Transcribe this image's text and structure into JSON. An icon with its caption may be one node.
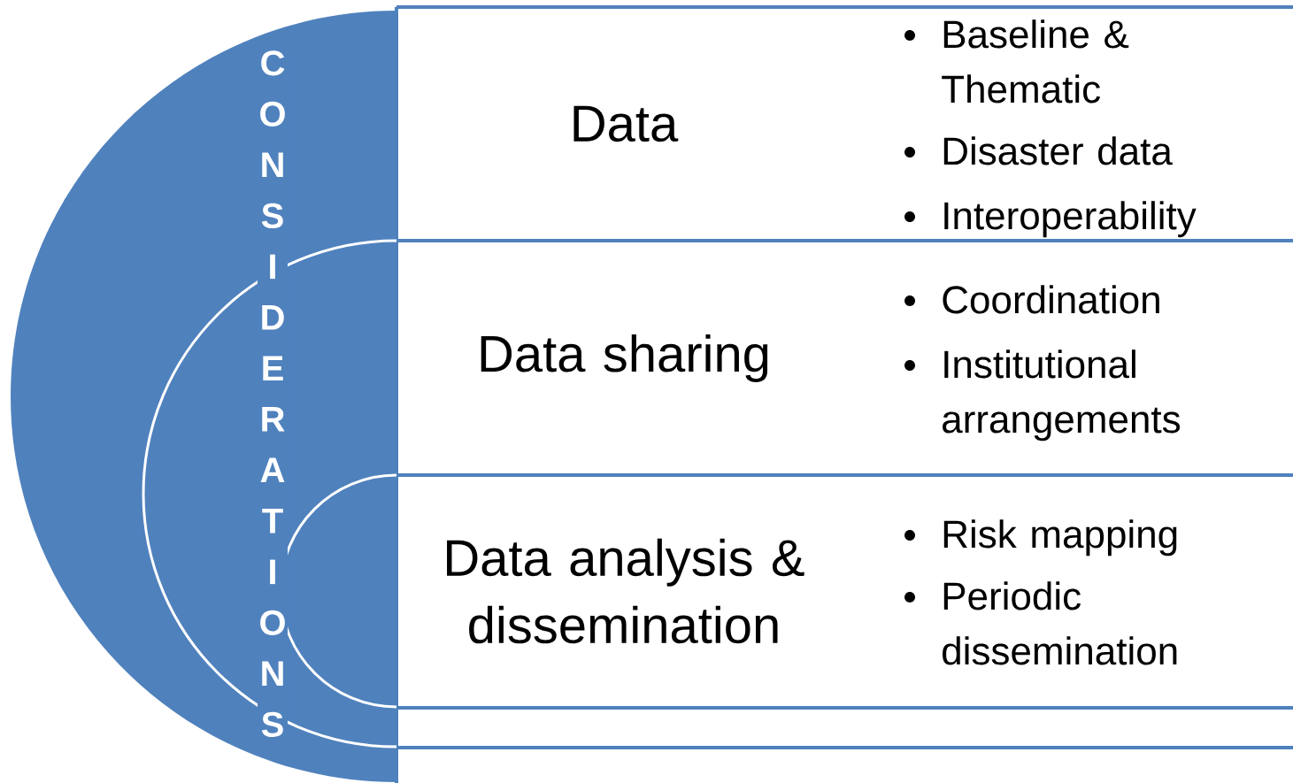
{
  "diagram": {
    "nodes": [
      {
        "text": [
          "CONSIDERATIONS"
        ]
      },
      {
        "text": [
          "Data",
          "Baseline & Thematic",
          "Disaster data",
          "Interoperability"
        ]
      },
      {
        "text": [
          "Data sharing",
          "Coordination",
          "Institutional arrangements"
        ]
      },
      {
        "text": [
          "Data analysis & dissemination",
          "Risk mapping",
          "Periodic dissemination"
        ]
      }
    ]
  }
}
